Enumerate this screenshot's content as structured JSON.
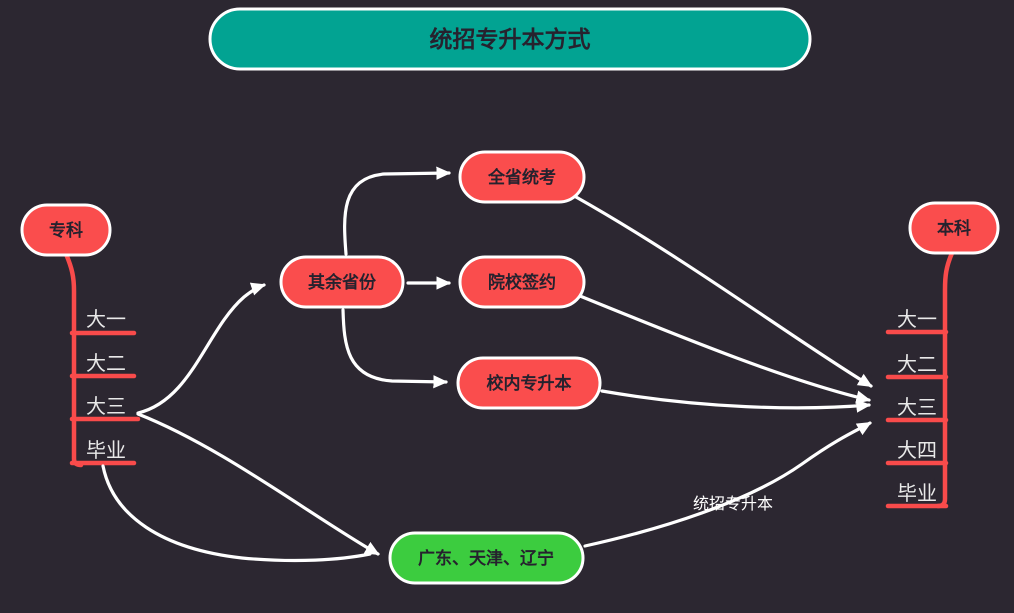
{
  "title": {
    "label": "统招专升本方式"
  },
  "nodes": {
    "zhuanke": {
      "label": "专科"
    },
    "benke": {
      "label": "本科"
    },
    "other_provinces": {
      "label": "其余省份"
    },
    "province_exam": {
      "label": "全省统考"
    },
    "school_contract": {
      "label": "院校签约"
    },
    "intra_school": {
      "label": "校内专升本"
    },
    "gdtjln": {
      "label": "广东、天津、辽宁"
    }
  },
  "left_list": {
    "items": [
      "大一",
      "大二",
      "大三",
      "毕业"
    ]
  },
  "right_list": {
    "items": [
      "大一",
      "大二",
      "大三",
      "大四",
      "毕业"
    ]
  },
  "edge_label": {
    "text": "统招专升本"
  },
  "colors": {
    "background": "#2c2731",
    "title_fill": "#02a392",
    "node_red": "#fa4d4d",
    "node_green": "#3ccc3f",
    "branch_red": "#f94b4b",
    "connector_white": "#ffffff",
    "node_text": "#26222e",
    "list_text": "#e9e9e9"
  }
}
